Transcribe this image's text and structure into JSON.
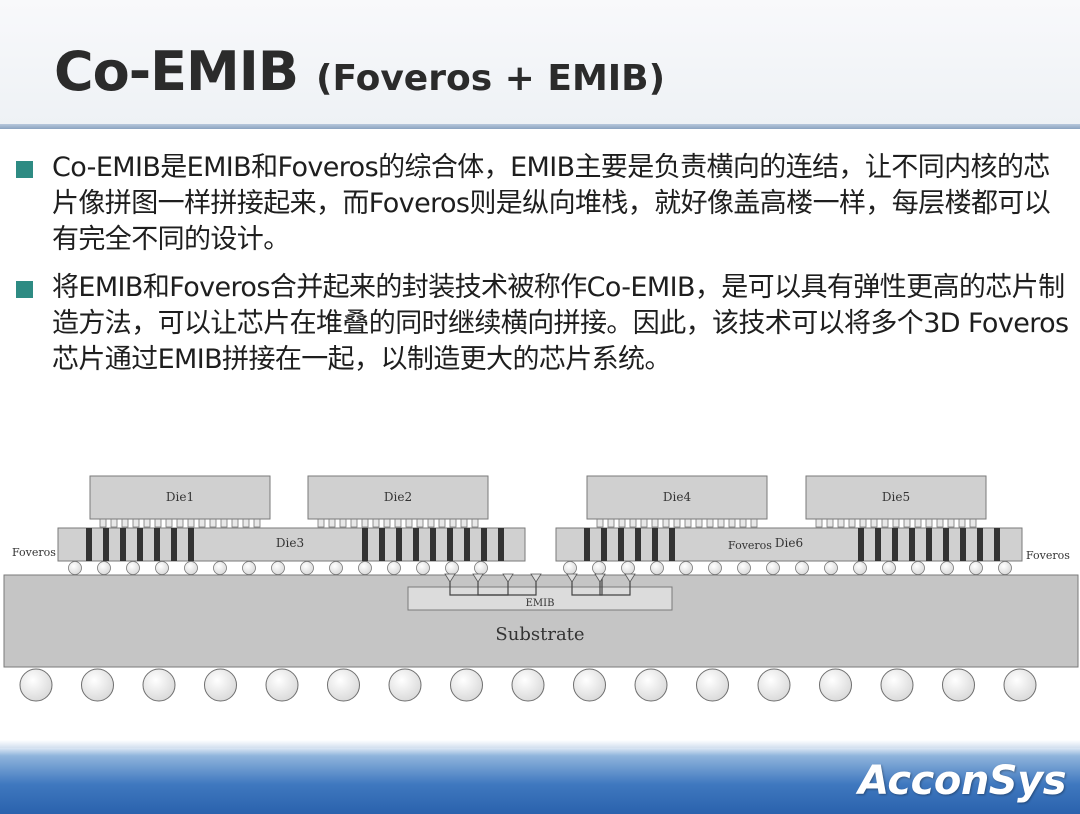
{
  "slide": {
    "title_main": "Co-EMIB",
    "title_sub": "(Foveros + EMIB)",
    "bullets": [
      "Co-EMIB是EMIB和Foveros的综合体，EMIB主要是负责横向的连结，让不同内核的芯片像拼图一样拼接起来，而Foveros则是纵向堆栈，就好像盖高楼一样，每层楼都可以有完全不同的设计。",
      "将EMIB和Foveros合并起来的封装技术被称作Co-EMIB，是可以具有弹性更高的芯片制造方法，可以让芯片在堆叠的同时继续横向拼接。因此，该技术可以将多个3D Foveros芯片通过EMIB拼接在一起，以制造更大的芯片系统。"
    ]
  },
  "diagram": {
    "top_dies": [
      "Die1",
      "Die2",
      "Die4",
      "Die5"
    ],
    "base_left": "Die3",
    "base_right_prefix": "Foveros",
    "base_right": "Die6",
    "side_left": "Foveros",
    "side_right": "Foveros",
    "bridge": "EMIB",
    "substrate": "Substrate"
  },
  "footer": {
    "logo": "AcconSys"
  },
  "colors": {
    "bullet": "#2e8b83",
    "footer": "#2f68b2",
    "die": "#d0d0d0",
    "substrate": "#c5c5c5"
  }
}
